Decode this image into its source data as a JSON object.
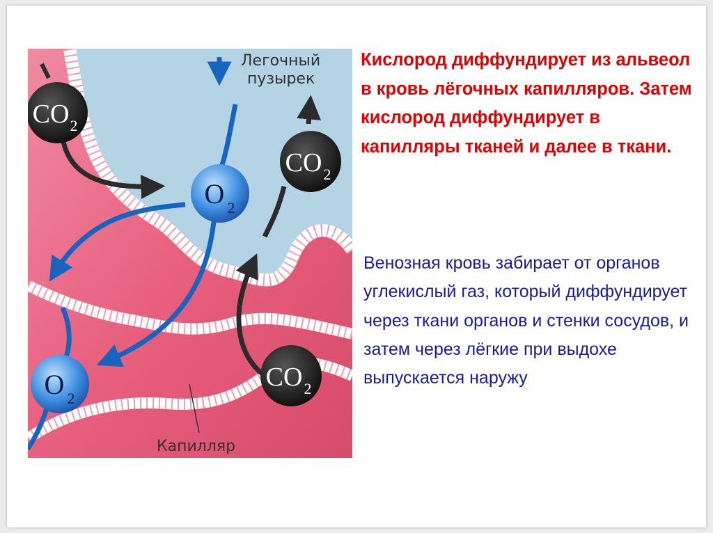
{
  "figure": {
    "label_alveolus_line1": "Легочный",
    "label_alveolus_line2": "пузырек",
    "label_capillary": "Капилляр",
    "co2_main": "CO",
    "co2_sub": "2",
    "o2_main": "O",
    "o2_sub": "2"
  },
  "text": {
    "oxygen_paragraph": "Кислород диффундирует из альвеол в кровь лёгочных капилляров. Затем кислород диффундирует в капилляры тканей и далее в ткани.",
    "venous_paragraph": "Венозная кровь забирает от органов углекислый газ, который диффундирует через ткани органов и стенки сосудов,  и затем через лёгкие при выдохе выпускается наружу"
  },
  "colors": {
    "oxygen_text": "#e00000",
    "venous_text": "#1a1aa0",
    "tissue": "#e4607c",
    "alveolus": "#b4d4e6",
    "o2_arrow": "#1565c0",
    "co2_arrow": "#2b2b2b"
  }
}
